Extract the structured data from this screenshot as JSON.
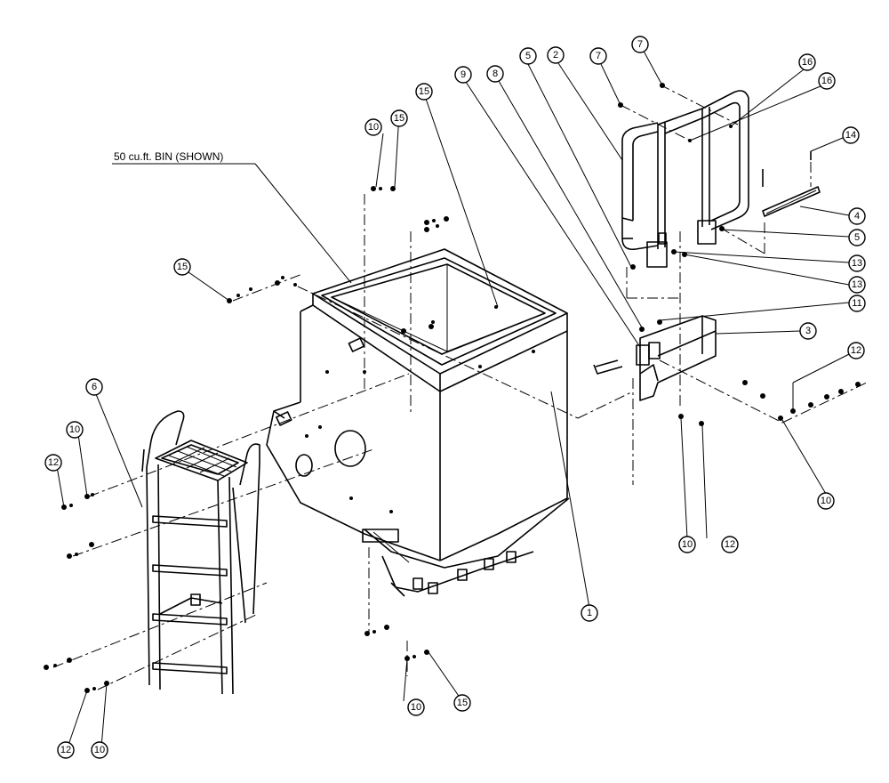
{
  "caption": "50 cu.ft. BIN (SHOWN)",
  "balloons": [
    {
      "label": "1"
    },
    {
      "label": "2"
    },
    {
      "label": "3"
    },
    {
      "label": "4"
    },
    {
      "label": "5"
    },
    {
      "label": "5"
    },
    {
      "label": "6"
    },
    {
      "label": "7"
    },
    {
      "label": "7"
    },
    {
      "label": "8"
    },
    {
      "label": "9"
    },
    {
      "label": "10"
    },
    {
      "label": "10"
    },
    {
      "label": "10"
    },
    {
      "label": "10"
    },
    {
      "label": "10"
    },
    {
      "label": "10"
    },
    {
      "label": "11"
    },
    {
      "label": "12"
    },
    {
      "label": "12"
    },
    {
      "label": "12"
    },
    {
      "label": "12"
    },
    {
      "label": "13"
    },
    {
      "label": "13"
    },
    {
      "label": "14"
    },
    {
      "label": "15"
    },
    {
      "label": "15"
    },
    {
      "label": "15"
    },
    {
      "label": "15"
    },
    {
      "label": "16"
    },
    {
      "label": "16"
    }
  ]
}
